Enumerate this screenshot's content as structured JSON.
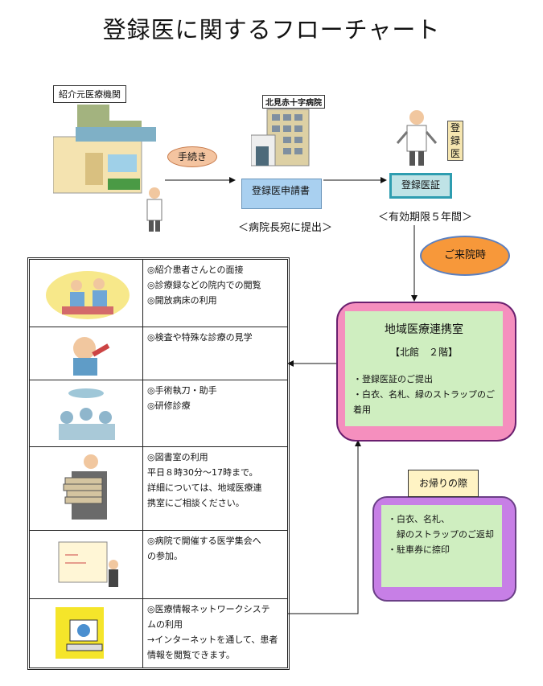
{
  "title": "登録医に関するフローチャート",
  "referral_label": "紹介元医療機関",
  "procedure_label": "手続き",
  "hospital_sign": "北見赤十字病院",
  "application_label": "登録医申請書",
  "application_note": "＜病院長宛に提出＞",
  "certificate_label": "登録医証",
  "certificate_note": "＜有効期限５年間＞",
  "registered_doctor_sign": [
    "登",
    "録",
    "医"
  ],
  "visit_label": "ご来院時",
  "office": {
    "title": "地域医療連携室",
    "location": "【北館　２階】",
    "items": [
      "・登録医証のご提出",
      "・白衣、名札、緑のストラップのご着用"
    ]
  },
  "return": {
    "label": "お帰りの際",
    "items": [
      "・白衣、名札、",
      "　緑のストラップのご返却",
      "・駐車券に捺印"
    ]
  },
  "benefits": [
    {
      "lines": [
        "◎紹介患者さんとの面接",
        "◎診療録などの院内での閲覧",
        "◎開放病床の利用"
      ],
      "icon": "patient-interview-icon"
    },
    {
      "lines": [
        "◎検査や特殊な診療の見学"
      ],
      "icon": "examination-icon"
    },
    {
      "lines": [
        "◎手術執刀・助手",
        "◎研修診療"
      ],
      "icon": "surgery-icon"
    },
    {
      "lines": [
        "◎図書室の利用",
        "平日８時30分～17時まで。",
        "詳細については、地域医療連",
        "携室にご相談ください。"
      ],
      "icon": "library-books-icon"
    },
    {
      "lines": [
        "◎病院で開催する医学集会へ",
        "の参加。"
      ],
      "icon": "medical-conference-icon"
    },
    {
      "lines": [
        "◎医療情報ネットワークシステ",
        "ムの利用",
        "→インターネットを通して、患者",
        "情報を閲覧できます。"
      ],
      "icon": "computer-network-icon"
    }
  ],
  "colors": {
    "office_border": "#f58fbe",
    "office_fill": "#cfeec0",
    "return_border": "#c77fe6",
    "visit_oval": "#f7983a",
    "procedure_oval": "#f4c4a0",
    "application_box": "#a9d0f0"
  }
}
